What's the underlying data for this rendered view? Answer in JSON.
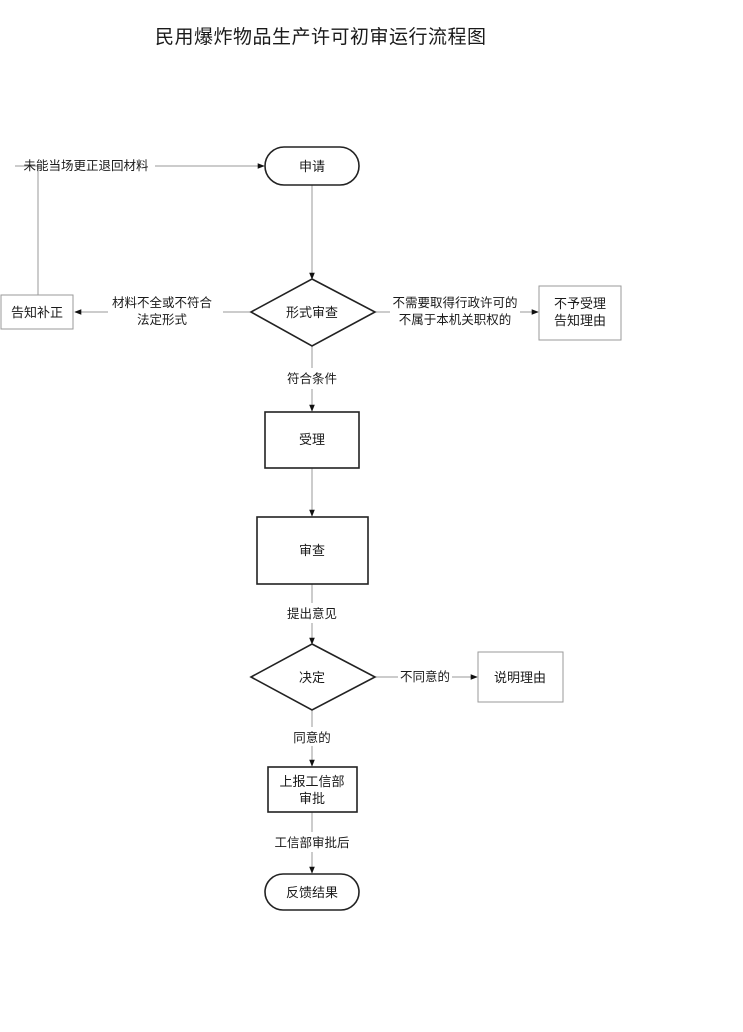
{
  "title": "民用爆炸物品生产许可初审运行流程图",
  "nodes": {
    "apply": "申请",
    "formal_review": "形式审查",
    "notify_correction": "告知补正",
    "reject_notice": [
      "不予受理",
      "告知理由"
    ],
    "accept": "受理",
    "review": "审查",
    "decision": "决定",
    "explain_reason": "说明理由",
    "report_miit": [
      "上报工信部",
      "审批"
    ],
    "feedback": "反馈结果"
  },
  "edges": {
    "return_materials": "未能当场更正退回材料",
    "incomplete": [
      "材料不全或不符合",
      "法定形式"
    ],
    "not_required": [
      "不需要取得行政许可的",
      "不属于本机关职权的"
    ],
    "qualified": "符合条件",
    "propose_opinion": "提出意见",
    "disagree": "不同意的",
    "agree": "同意的",
    "after_approval": "工信部审批后"
  },
  "colors": {
    "line": "#9a9a9a",
    "strong": "#222222",
    "text": "#1a1a1a"
  }
}
